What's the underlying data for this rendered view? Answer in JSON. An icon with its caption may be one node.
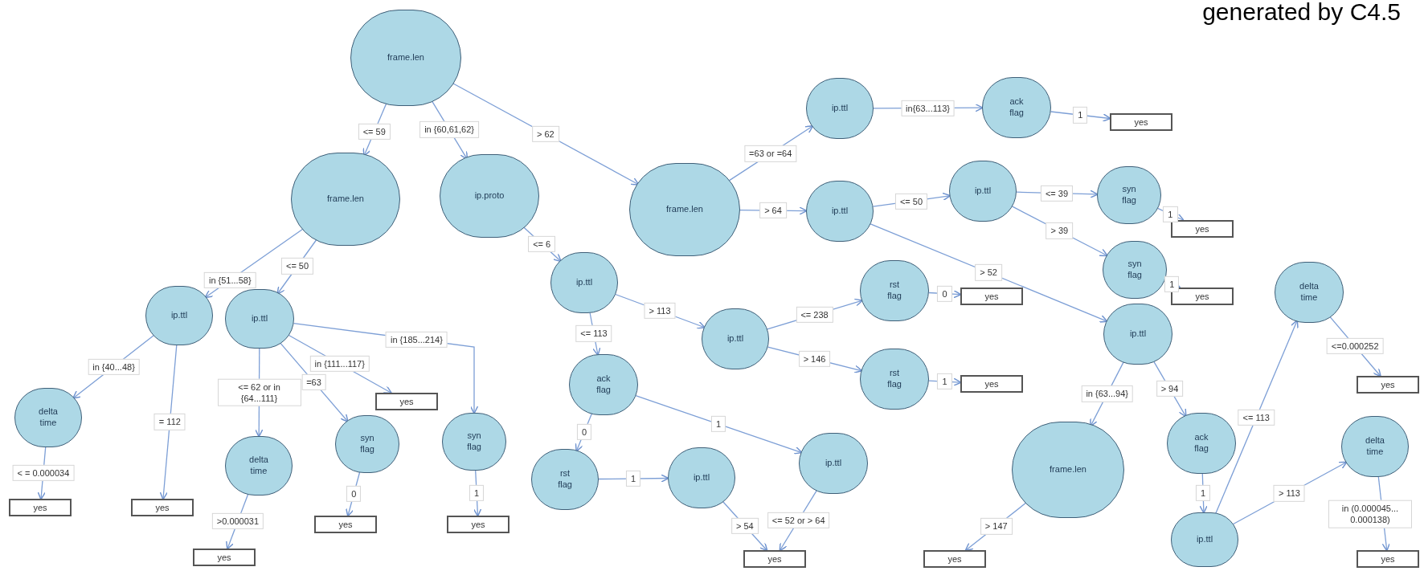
{
  "diagram": {
    "title": "generated by C4.5",
    "nodes": [
      {
        "text": [
          "frame.len"
        ]
      },
      {
        "text": [
          "frame.len"
        ]
      },
      {
        "text": [
          "ip.proto"
        ]
      },
      {
        "text": [
          "frame.len"
        ]
      },
      {
        "text": [
          "ip.ttl"
        ]
      },
      {
        "text": [
          "ack flag"
        ]
      },
      {
        "text": [
          "yes"
        ]
      },
      {
        "text": [
          "ip.ttl"
        ]
      },
      {
        "text": [
          "ip.ttl"
        ]
      },
      {
        "text": [
          "syn flag"
        ]
      },
      {
        "text": [
          "yes"
        ]
      },
      {
        "text": [
          "syn flag"
        ]
      },
      {
        "text": [
          "yes"
        ]
      },
      {
        "text": [
          "ip.ttl"
        ]
      },
      {
        "text": [
          "frame.len"
        ]
      },
      {
        "text": [
          "yes"
        ]
      },
      {
        "text": [
          "ack flag"
        ]
      },
      {
        "text": [
          "ip.ttl"
        ]
      },
      {
        "text": [
          "delta time"
        ]
      },
      {
        "text": [
          "yes"
        ]
      },
      {
        "text": [
          "delta time"
        ]
      },
      {
        "text": [
          "yes"
        ]
      },
      {
        "text": [
          "ip.ttl"
        ]
      },
      {
        "text": [
          "ip.ttl"
        ]
      },
      {
        "text": [
          "delta time"
        ]
      },
      {
        "text": [
          "yes"
        ]
      },
      {
        "text": [
          "yes"
        ]
      },
      {
        "text": [
          "delta time"
        ]
      },
      {
        "text": [
          "yes"
        ]
      },
      {
        "text": [
          "yes"
        ]
      },
      {
        "text": [
          "syn flag"
        ]
      },
      {
        "text": [
          "yes"
        ]
      },
      {
        "text": [
          "syn flag"
        ]
      },
      {
        "text": [
          "yes"
        ]
      },
      {
        "text": [
          "ip.ttl"
        ]
      },
      {
        "text": [
          "ip.ttl"
        ]
      },
      {
        "text": [
          "rst flag"
        ]
      },
      {
        "text": [
          "yes"
        ]
      },
      {
        "text": [
          "rst flag"
        ]
      },
      {
        "text": [
          "yes"
        ]
      },
      {
        "text": [
          "ack flag"
        ]
      },
      {
        "text": [
          "rst flag"
        ]
      },
      {
        "text": [
          "ip.ttl"
        ]
      },
      {
        "text": [
          "ip.ttl"
        ]
      },
      {
        "text": [
          "yes"
        ]
      }
    ],
    "edges": [
      {
        "from": 0,
        "to": 1,
        "arrow": "to",
        "label": "<= 59"
      },
      {
        "from": 0,
        "to": 2,
        "arrow": "to",
        "label": "in {60,61,62}"
      },
      {
        "from": 0,
        "to": 3,
        "arrow": "to",
        "label": "> 62"
      },
      {
        "from": 3,
        "to": 4,
        "arrow": "to",
        "label": "=63 or =64"
      },
      {
        "from": 3,
        "to": 7,
        "arrow": "to",
        "label": "> 64"
      },
      {
        "from": 4,
        "to": 5,
        "arrow": "to",
        "label": "in{63...113}"
      },
      {
        "from": 5,
        "to": 6,
        "arrow": "to",
        "label": "1"
      },
      {
        "from": 7,
        "to": 8,
        "arrow": "to",
        "label": "<= 50"
      },
      {
        "from": 7,
        "to": 13,
        "arrow": "to",
        "label": "> 52"
      },
      {
        "from": 8,
        "to": 9,
        "arrow": "to",
        "label": "<= 39"
      },
      {
        "from": 8,
        "to": 11,
        "arrow": "to",
        "label": "> 39"
      },
      {
        "from": 9,
        "to": 10,
        "arrow": "to",
        "label": "1"
      },
      {
        "from": 11,
        "to": 12,
        "arrow": "to",
        "label": "1"
      },
      {
        "from": 13,
        "to": 14,
        "arrow": "to",
        "label": "in {63...94}"
      },
      {
        "from": 13,
        "to": 16,
        "arrow": "to",
        "label": "> 94"
      },
      {
        "from": 14,
        "to": 15,
        "arrow": "to",
        "label": "> 147"
      },
      {
        "from": 16,
        "to": 17,
        "arrow": "to",
        "label": "1"
      },
      {
        "from": 17,
        "to": 18,
        "arrow": "to",
        "label": "<= 113"
      },
      {
        "from": 17,
        "to": 20,
        "arrow": "to",
        "label": "> 113"
      },
      {
        "from": 18,
        "to": 19,
        "arrow": "to",
        "label": "<=0.000252"
      },
      {
        "from": 20,
        "to": 21,
        "arrow": "to",
        "label": "in (0.000045... 0.000138)"
      },
      {
        "from": 1,
        "to": 22,
        "arrow": "to",
        "label": "in {51...58}"
      },
      {
        "from": 1,
        "to": 23,
        "arrow": "to",
        "label": "<= 50"
      },
      {
        "from": 22,
        "to": 24,
        "arrow": "to",
        "label": "in {40...48}"
      },
      {
        "from": 22,
        "to": 26,
        "arrow": "to",
        "label": "= 112"
      },
      {
        "from": 24,
        "to": 25,
        "arrow": "to",
        "label": "< = 0.000034"
      },
      {
        "from": 23,
        "to": 27,
        "arrow": "to",
        "label": "<= 62 or in {64...111}"
      },
      {
        "from": 23,
        "to": 30,
        "arrow": "to",
        "label": "=63"
      },
      {
        "from": 23,
        "to": 29,
        "arrow": "to",
        "label": "in {111...117}"
      },
      {
        "from": 23,
        "to": 32,
        "arrow": "to",
        "label": "in {185...214}"
      },
      {
        "from": 27,
        "to": 28,
        "arrow": "to",
        "label": ">0.000031"
      },
      {
        "from": 30,
        "to": 31,
        "arrow": "to",
        "label": "0"
      },
      {
        "from": 32,
        "to": 33,
        "arrow": "to",
        "label": "1"
      },
      {
        "from": 2,
        "to": 34,
        "arrow": "to",
        "label": "<= 6"
      },
      {
        "from": 34,
        "to": 35,
        "arrow": "to",
        "label": "> 113"
      },
      {
        "from": 34,
        "to": 40,
        "arrow": "to",
        "label": "<= 113"
      },
      {
        "from": 35,
        "to": 36,
        "arrow": "to",
        "label": "<= 238"
      },
      {
        "from": 35,
        "to": 38,
        "arrow": "to",
        "label": "> 146"
      },
      {
        "from": 36,
        "to": 37,
        "arrow": "to",
        "label": "0"
      },
      {
        "from": 38,
        "to": 39,
        "arrow": "to",
        "label": "1"
      },
      {
        "from": 40,
        "to": 41,
        "arrow": "to",
        "label": "0"
      },
      {
        "from": 40,
        "to": 43,
        "arrow": "to",
        "label": "1"
      },
      {
        "from": 41,
        "to": 42,
        "arrow": "to",
        "label": "1"
      },
      {
        "from": 42,
        "to": 44,
        "arrow": "to",
        "label": "> 54"
      },
      {
        "from": 43,
        "to": 44,
        "arrow": "to",
        "label": "<= 52 or > 64"
      }
    ]
  }
}
